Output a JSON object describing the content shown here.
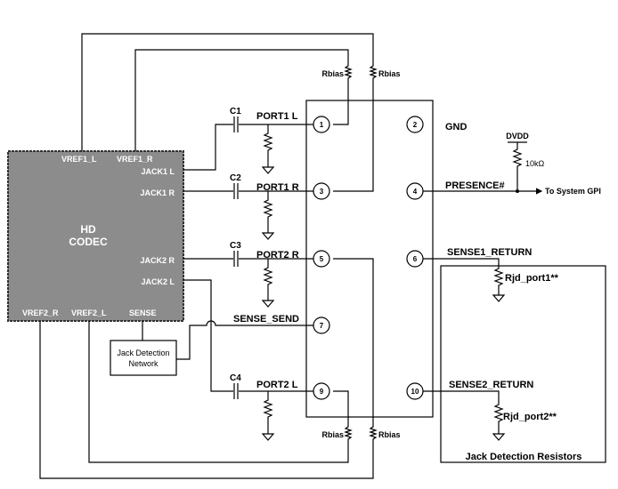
{
  "codec": {
    "title_line1": "HD",
    "title_line2": "CODEC",
    "pins": {
      "vref1_l": "VREF1_L",
      "vref1_r": "VREF1_R",
      "jack1_l": "JACK1 L",
      "jack1_r": "JACK1 R",
      "jack2_r": "JACK2 R",
      "jack2_l": "JACK2 L",
      "vref2_r": "VREF2_R",
      "vref2_l": "VREF2_L",
      "sense": "SENSE"
    },
    "fill": "#8c8c8c"
  },
  "jack_detection_network": {
    "line1": "Jack Detection",
    "line2": "Network"
  },
  "capacitors": {
    "c1": "C1",
    "c2": "C2",
    "c3": "C3",
    "c4": "C4"
  },
  "ports": {
    "port1_l": "PORT1 L",
    "port1_r": "PORT1 R",
    "port2_r": "PORT2 R",
    "port2_l": "PORT2 L"
  },
  "rbias": {
    "top_left": "Rbias",
    "top_right": "Rbias",
    "bottom_left": "Rbias",
    "bottom_right": "Rbias"
  },
  "connector_pins": {
    "p1": "1",
    "p2": "2",
    "p3": "3",
    "p4": "4",
    "p5": "5",
    "p6": "6",
    "p7": "7",
    "p9": "9",
    "p10": "10"
  },
  "signals": {
    "gnd": "GND",
    "presence": "PRESENCE#",
    "to_system_gpi": "To System GPI",
    "dvdd": "DVDD",
    "pullup": "10kΩ",
    "sense1_return": "SENSE1_RETURN",
    "sense_send": "SENSE_SEND",
    "sense2_return": "SENSE2_RETURN",
    "rjd_port1": "Rjd_port1**",
    "rjd_port2": "Rjd_port2**",
    "jack_detection_resistors": "Jack Detection Resistors"
  }
}
